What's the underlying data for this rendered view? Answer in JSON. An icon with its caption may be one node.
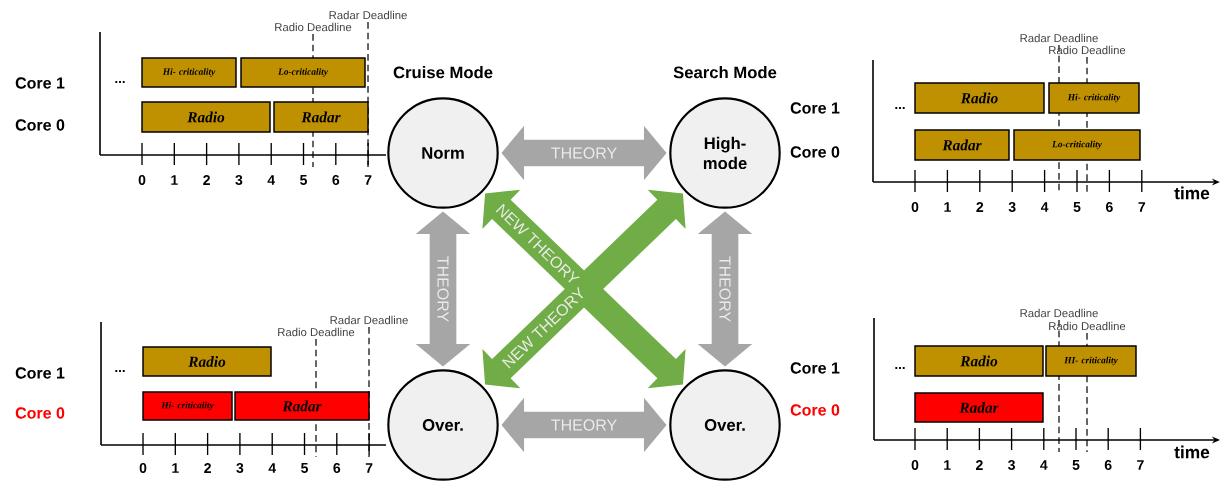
{
  "diagram": {
    "nodes": [
      {
        "text": [
          "Hi- criticality"
        ]
      },
      {
        "text": [
          "Lo-criticality"
        ]
      },
      {
        "text": [
          "Radio"
        ]
      },
      {
        "text": [
          "Radar"
        ]
      },
      {
        "text": [
          "Norm"
        ],
        "beside": [
          "Cruise Mode"
        ]
      },
      {
        "text": [
          "High- mode"
        ],
        "beside": [
          "Search Mode"
        ]
      },
      {
        "text": [
          "Radio"
        ]
      },
      {
        "text": [
          "Hi- criticality"
        ]
      },
      {
        "text": [
          "Radar"
        ]
      },
      {
        "text": [
          "Lo-criticality"
        ]
      },
      {
        "text": [
          "Radio"
        ]
      },
      {
        "text": [
          "Hi- criticality"
        ]
      },
      {
        "text": [
          "Radar"
        ]
      },
      {
        "text": [
          "Over."
        ]
      },
      {
        "text": [
          "Over."
        ]
      },
      {
        "text": [
          "Radio"
        ]
      },
      {
        "text": [
          "HI- criticality"
        ]
      },
      {
        "text": [
          "Radar"
        ]
      }
    ],
    "edges": [
      {
        "from": 4,
        "to": 5,
        "arrow": "both",
        "label": "THEORY"
      },
      {
        "from": 4,
        "to": 13,
        "arrow": "both",
        "label": "THEORY"
      },
      {
        "from": 5,
        "to": 14,
        "arrow": "both",
        "label": "THEORY"
      },
      {
        "from": 13,
        "to": 14,
        "arrow": "both",
        "label": "THEORY"
      },
      {
        "from": 4,
        "to": 14,
        "arrow": "both",
        "label": "NEW THEORY",
        "color": "#70ad47"
      },
      {
        "from": 5,
        "to": 13,
        "arrow": "both",
        "label": "NEW THEORY",
        "color": "#70ad47"
      }
    ],
    "labels": [
      "Radar Deadline",
      "Radio Deadline",
      "Core 1",
      "...",
      "Core 0",
      "0",
      "1",
      "2",
      "3",
      "4",
      "5",
      "6",
      "7",
      "Radar Deadline",
      "Radio Deadline",
      "Core 1",
      "...",
      "Core 0",
      "0",
      "1",
      "2",
      "3",
      "4",
      "5",
      "6",
      "7",
      "time",
      "Radar Deadline",
      "Radio Deadline",
      "Core 1",
      "...",
      "Core 0",
      "0",
      "1",
      "2",
      "3",
      "4",
      "5",
      "6",
      "7",
      "Radar Deadline",
      "Radio Deadline",
      "Core 1",
      "...",
      "Core 0",
      "0",
      "1",
      "2",
      "3",
      "4",
      "5",
      "6",
      "7",
      "time"
    ]
  }
}
